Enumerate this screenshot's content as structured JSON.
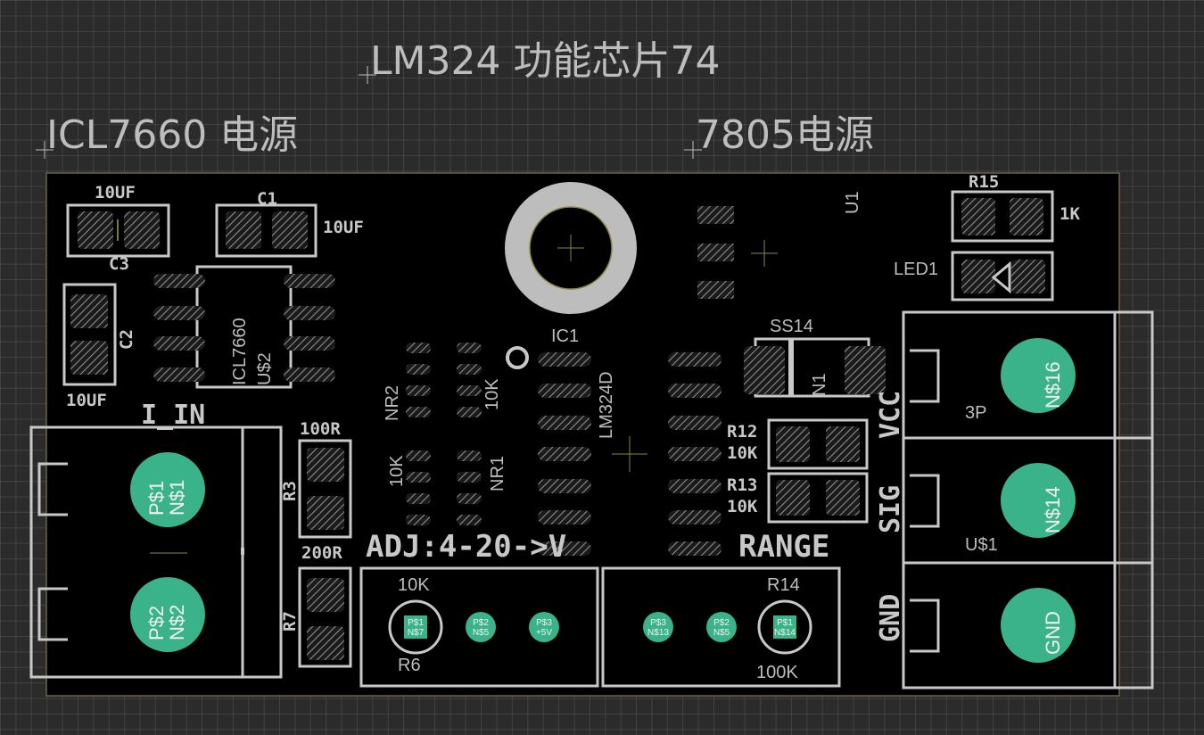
{
  "titles": {
    "lm324": "LM324 功能芯片74",
    "icl7660": "ICL7660 电源",
    "v7805": "7805电源"
  },
  "labels": {
    "c3_value": "10UF",
    "c3": "C3",
    "c1": "C1",
    "c1_value": "10UF",
    "c2": "C2",
    "c2_value": "10UF",
    "icl7660": "ICL7660",
    "us2": "U$2",
    "i_in": "I_IN",
    "r3_value": "100R",
    "r3": "R3",
    "r7_value": "200R",
    "r7": "R7",
    "nr2": "NR2",
    "nr2_value": "10K",
    "nr1": "NR1",
    "nr1_value": "10K",
    "ic1": "IC1",
    "lm324d": "LM324D",
    "u1": "U1",
    "r15": "R15",
    "r15_value": "1K",
    "led1": "LED1",
    "ss14": "SS14",
    "n1": "N1",
    "r12": "R12",
    "r12_value": "10K",
    "r13": "R13",
    "r13_value": "10K",
    "vcc": "VCC",
    "sig": "SIG",
    "gnd": "GND",
    "p3": "3P",
    "us1": "U$1",
    "adj": "ADJ:4-20->V",
    "range": "RANGE",
    "r6_value": "10K",
    "r6": "R6",
    "r14": "R14",
    "r14_value": "100K"
  },
  "pins": {
    "p1_top": "P$1",
    "p1_bot": "N$1",
    "p2_top": "P$2",
    "p2_bot": "N$2",
    "r6_1_top": "P$1",
    "r6_1_bot": "N$7",
    "r6_2_top": "P$2",
    "r6_2_bot": "N$5",
    "r6_3_top": "P$3",
    "r6_3_bot": "+5V",
    "r14_3_top": "P$3",
    "r14_3_bot": "N$13",
    "r14_2_top": "P$2",
    "r14_2_bot": "N$5",
    "r14_1_top": "P$1",
    "r14_1_bot": "N$14",
    "t_vcc": "N$16",
    "t_sig": "N$14",
    "t_gnd": "GND"
  },
  "colors": {
    "board": "#000000",
    "pad_fill": "#3ab38b",
    "silkscreen": "#c8c8c8",
    "hole_ring": "#bdbdbd"
  }
}
